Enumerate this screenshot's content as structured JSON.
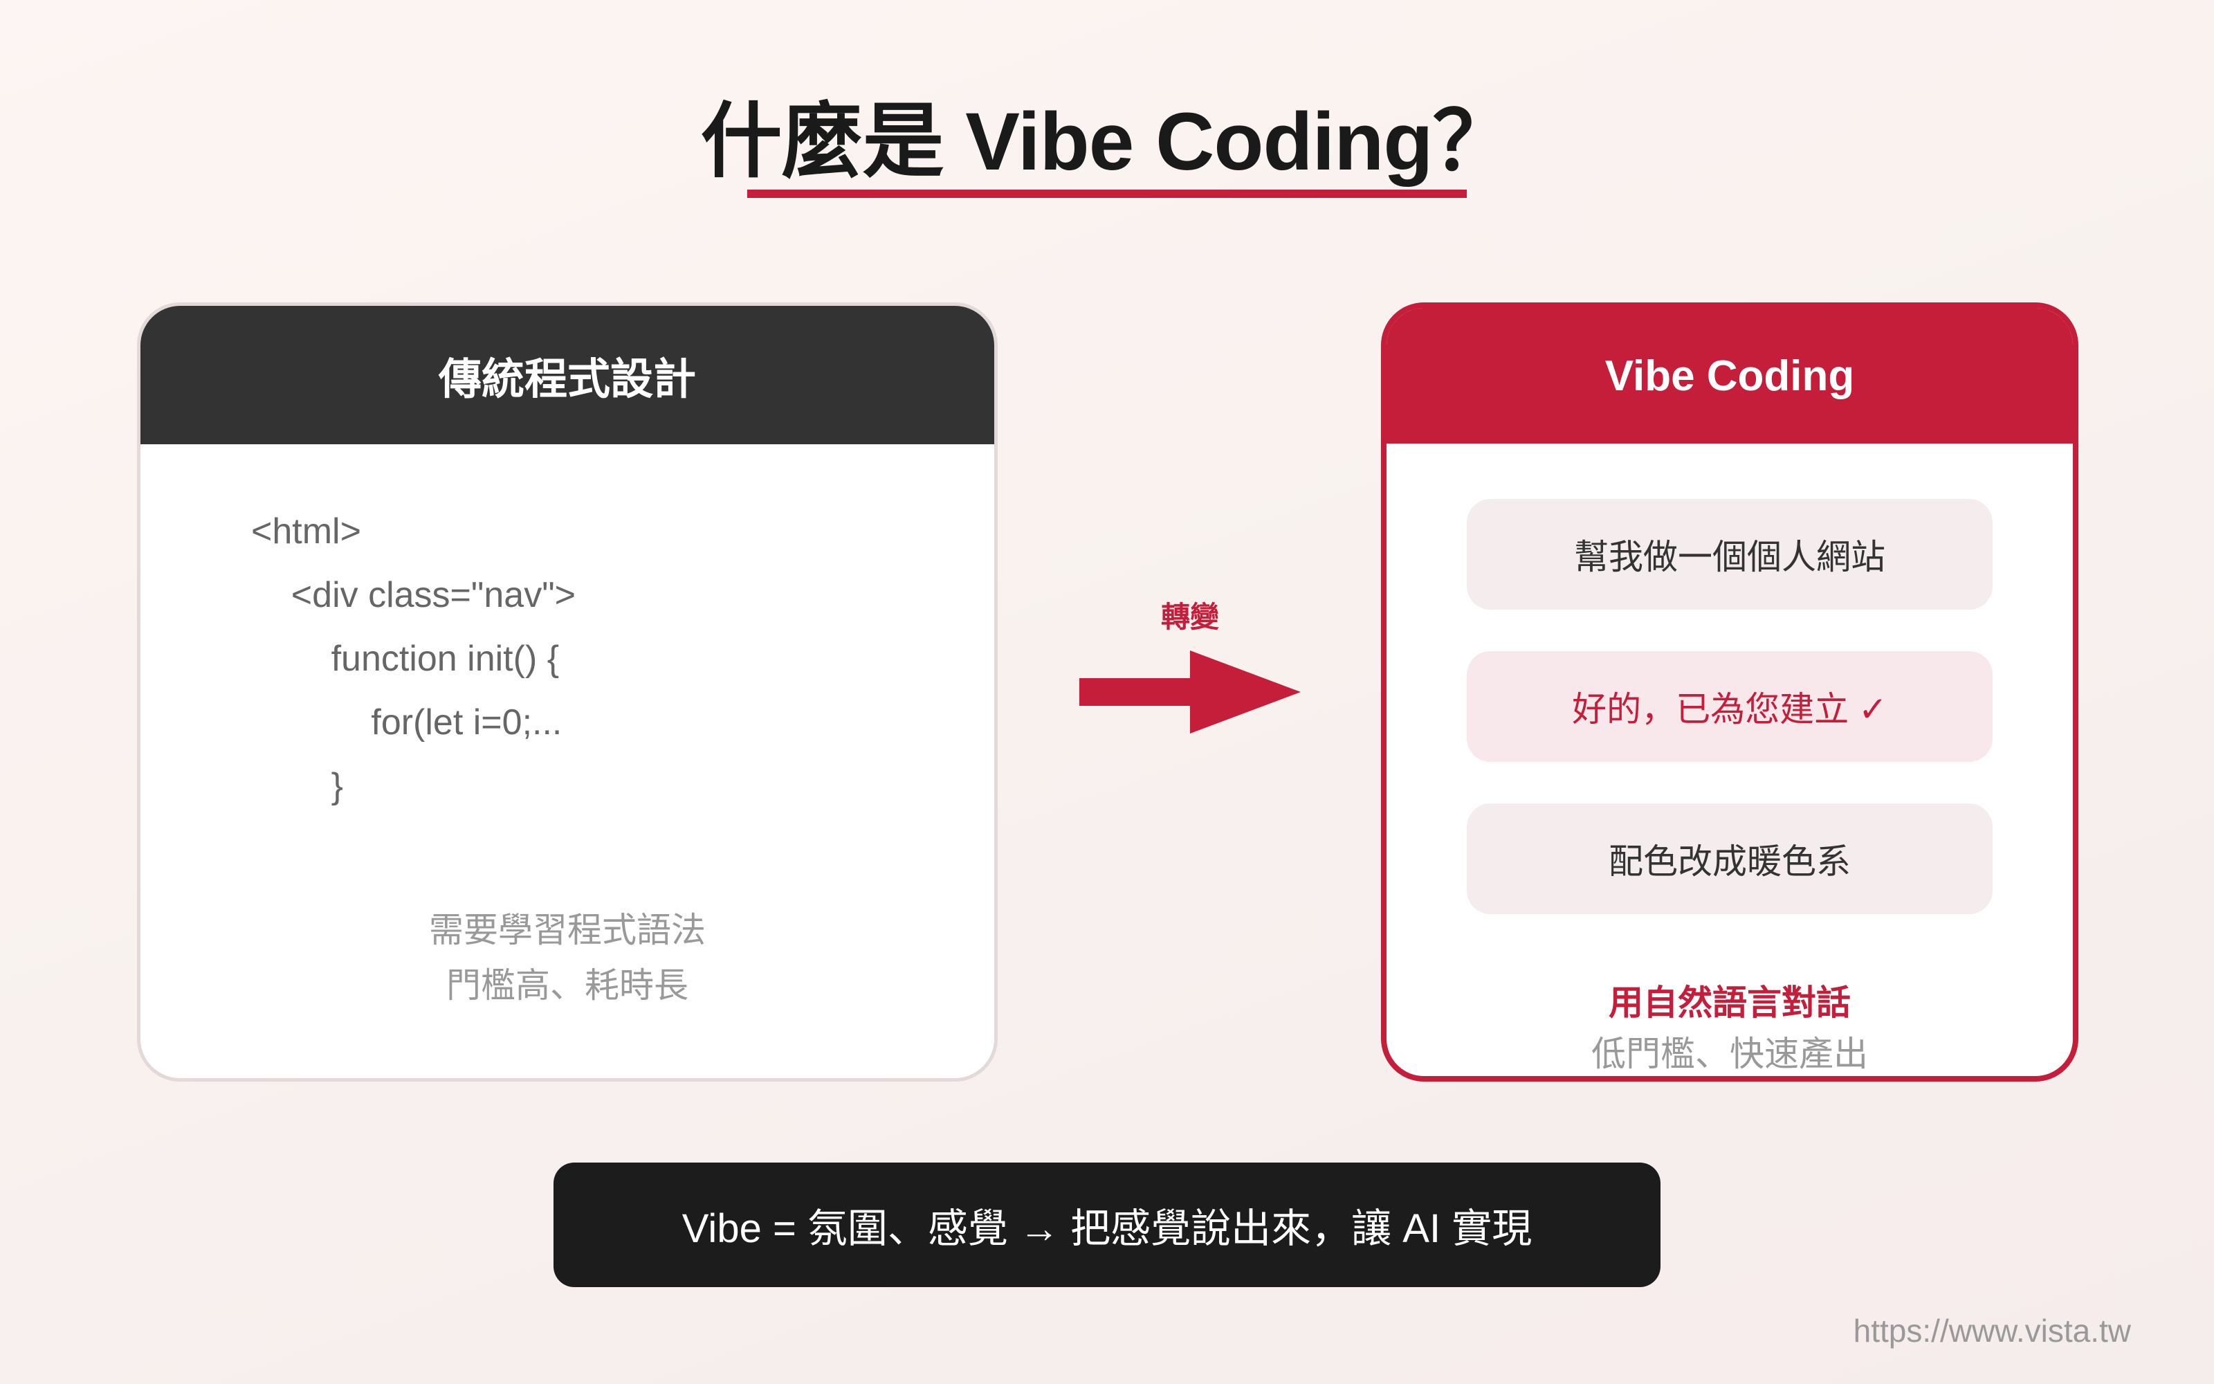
{
  "title": "什麼是 Vibe Coding？",
  "colors": {
    "accent": "#c41e3a",
    "dark_header": "#333333",
    "pill_bg": "#1c1c1c",
    "muted_text": "#999999",
    "code_text": "#666666",
    "bubble_bg": "#f5eced",
    "reply_bubble_bg": "#f9e8eb"
  },
  "left_card": {
    "header": "傳統程式設計",
    "code_lines": [
      "<html>",
      "    <div class=\"nav\">",
      "        function init() {",
      "            for(let i=0;...",
      "        }"
    ],
    "note_lines": [
      "需要學習程式語法",
      "門檻高、耗時長"
    ]
  },
  "transition": {
    "label": "轉變",
    "icon": "arrow-right-icon"
  },
  "right_card": {
    "header": "Vibe Coding",
    "bubbles": [
      {
        "text": "幫我做一個個人網站",
        "role": "user"
      },
      {
        "text": "好的，已為您建立 ✓",
        "role": "ai"
      },
      {
        "text": "配色改成暖色系",
        "role": "user"
      }
    ],
    "summary_title": "用自然語言對話",
    "summary_sub": "低門檻、快速產出"
  },
  "bottom_pill": "Vibe = 氛圍、感覺 → 把感覺說出來，讓 AI 實現",
  "footer_url": "https://www.vista.tw"
}
